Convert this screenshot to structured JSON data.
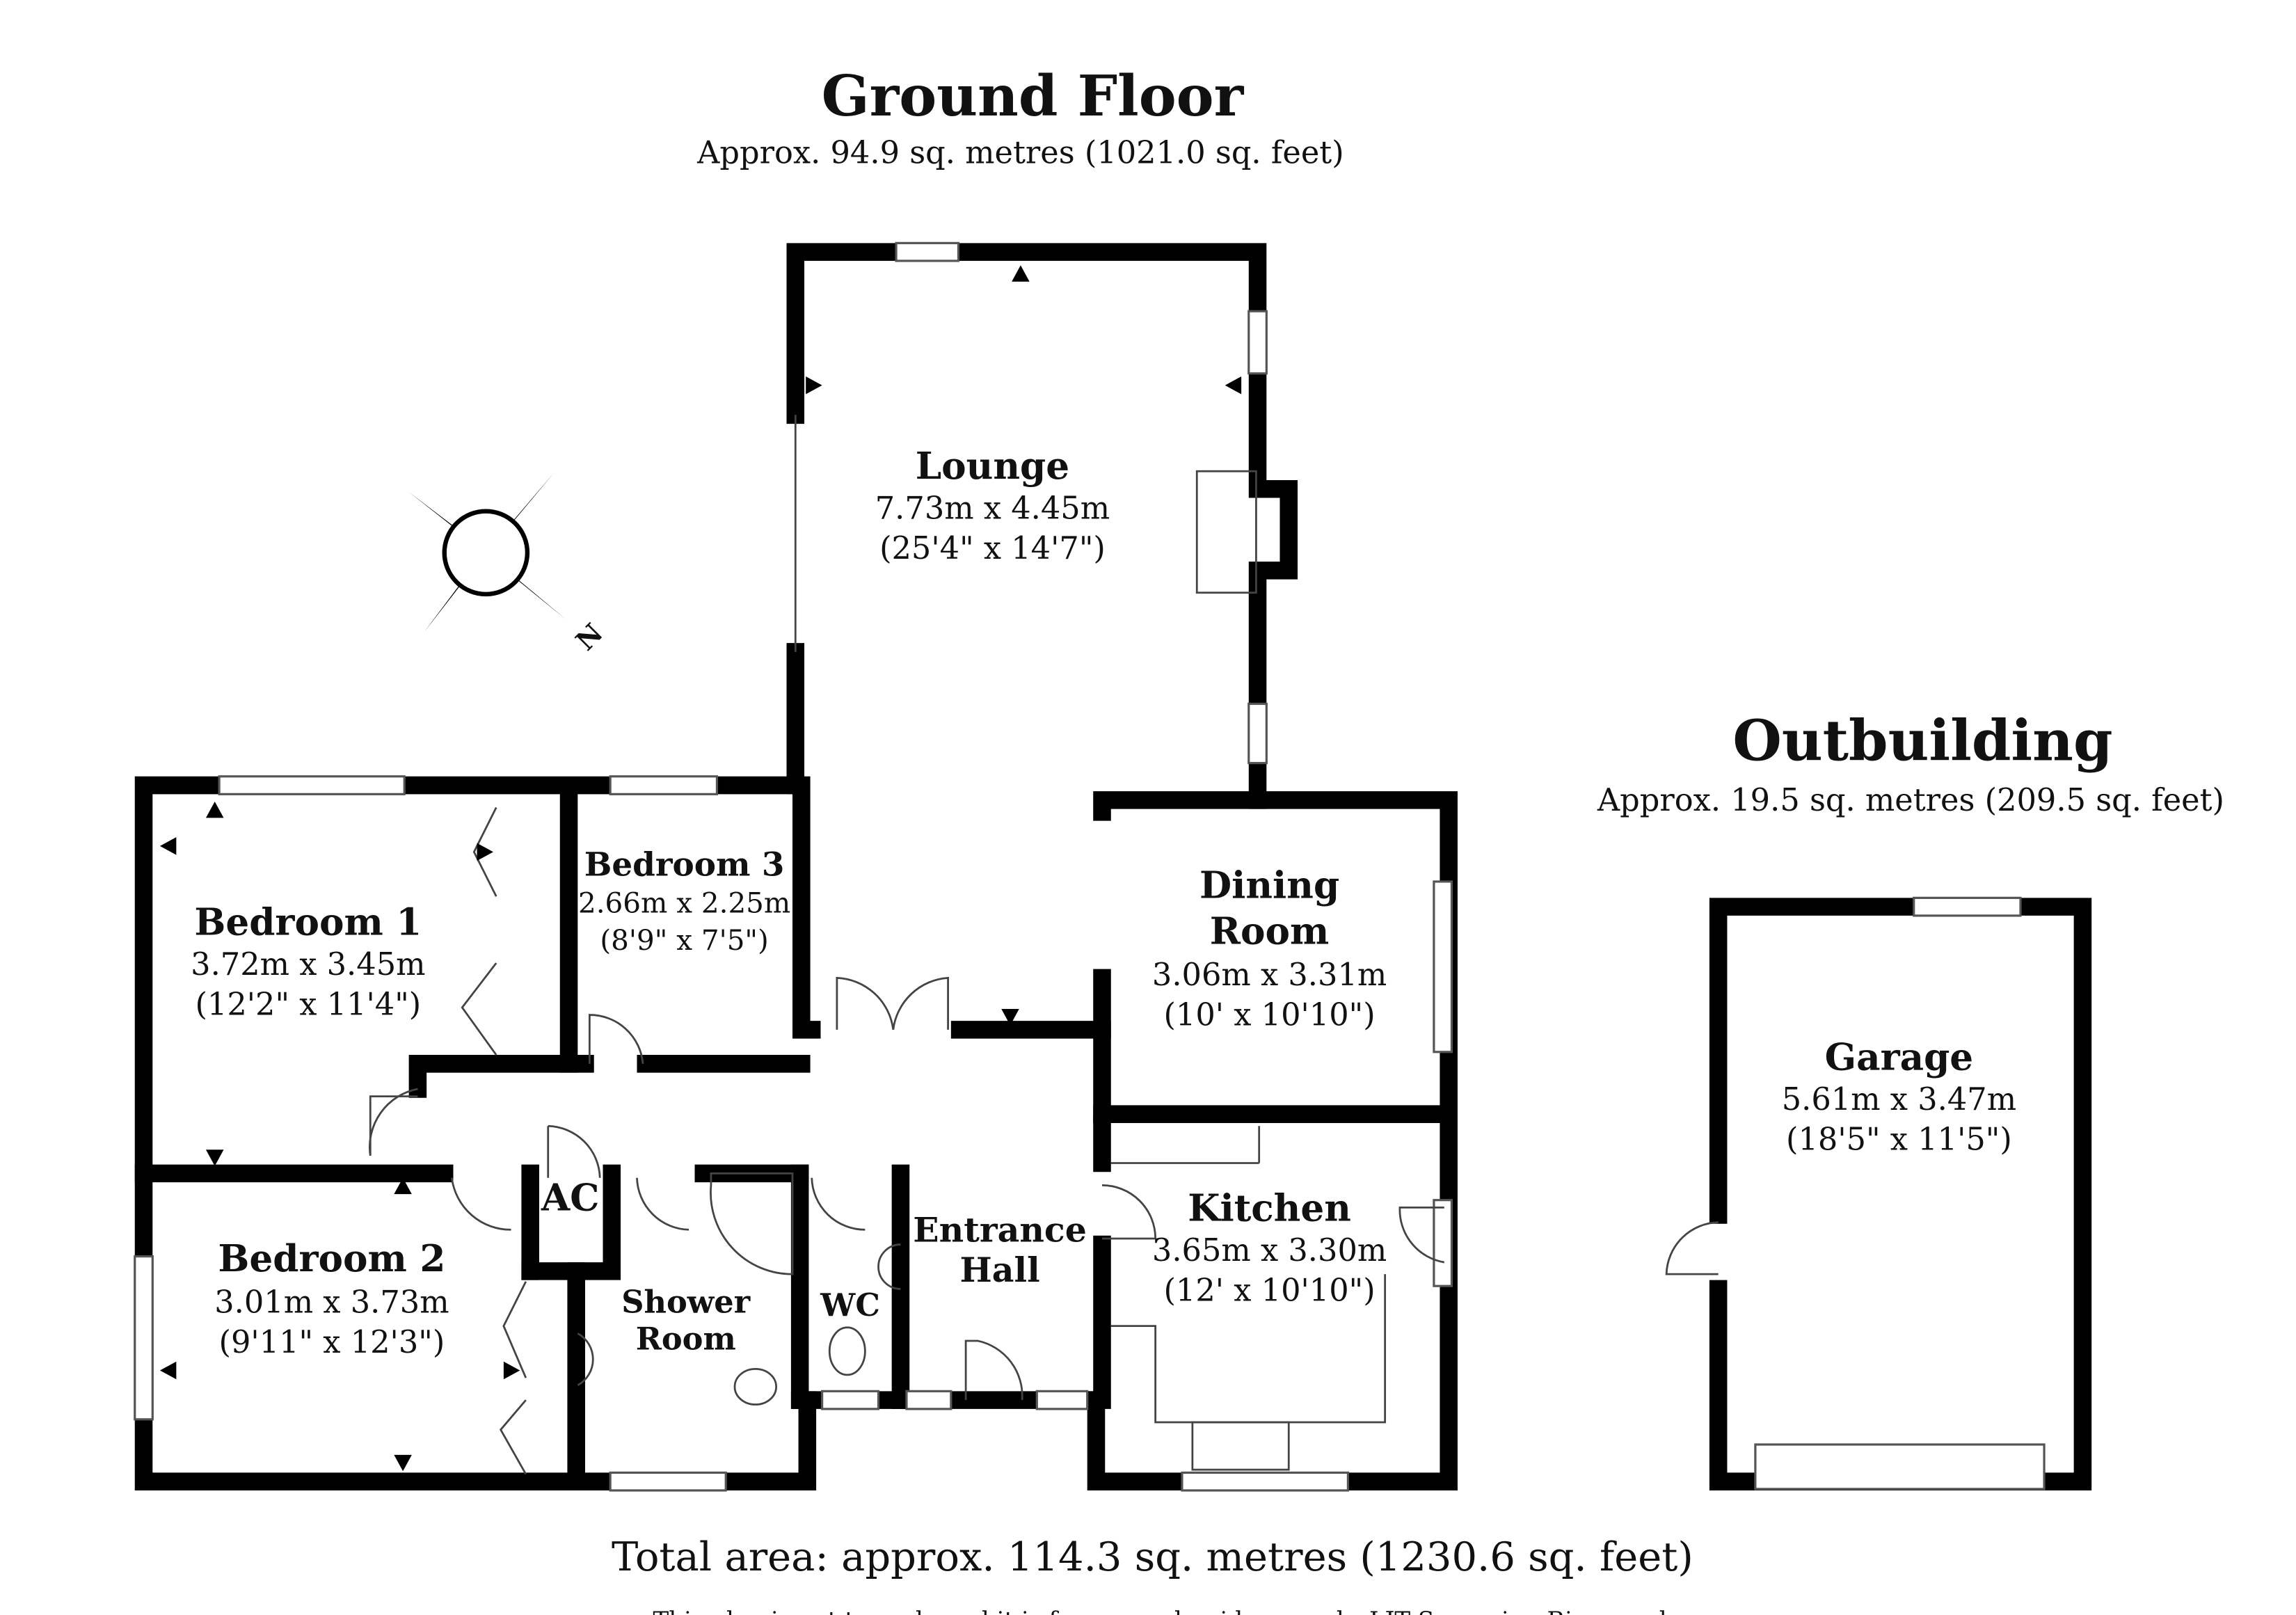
{
  "ground_floor": {
    "title": "Ground Floor",
    "area": "Approx. 94.9 sq. metres (1021.0 sq. feet)",
    "rooms": {
      "lounge": {
        "name": "Lounge",
        "metric": "7.73m x 4.45m",
        "imperial": "(25'4\" x 14'7\")"
      },
      "bedroom1": {
        "name": "Bedroom 1",
        "metric": "3.72m x 3.45m",
        "imperial": "(12'2\" x 11'4\")"
      },
      "bedroom2": {
        "name": "Bedroom 2",
        "metric": "3.01m x 3.73m",
        "imperial": "(9'11\" x 12'3\")"
      },
      "bedroom3": {
        "name": "Bedroom 3",
        "metric": "2.66m x 2.25m",
        "imperial": "(8'9\" x 7'5\")"
      },
      "dining": {
        "name1": "Dining",
        "name2": "Room",
        "metric": "3.06m x 3.31m",
        "imperial": "(10' x 10'10\")"
      },
      "kitchen": {
        "name": "Kitchen",
        "metric": "3.65m x 3.30m",
        "imperial": "(12' x 10'10\")"
      },
      "ac": {
        "name": "AC"
      },
      "shower": {
        "name1": "Shower",
        "name2": "Room"
      },
      "wc": {
        "name": "WC"
      },
      "hall": {
        "name1": "Entrance",
        "name2": "Hall"
      }
    }
  },
  "compass": {
    "label": "N"
  },
  "outbuilding": {
    "title": "Outbuilding",
    "area": "Approx. 19.5 sq. metres (209.5 sq. feet)",
    "garage": {
      "name": "Garage",
      "metric": "5.61m x 3.47m",
      "imperial": "(18'5\" x 11'5\")"
    }
  },
  "footer": {
    "total": "Total area: approx. 114.3 sq. metres (1230.6 sq. feet)",
    "disclaimer": "This plan is not to scale and it is for general guidance only. LJT Surveying Ringwood"
  }
}
